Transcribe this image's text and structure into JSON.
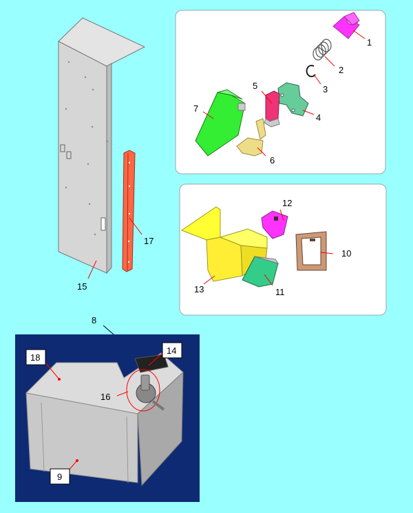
{
  "callouts": {
    "c1": "1",
    "c2": "2",
    "c3": "3",
    "c4": "4",
    "c5": "5",
    "c6": "6",
    "c7": "7",
    "c8": "8",
    "c9": "9",
    "c10": "10",
    "c11": "11",
    "c12": "12",
    "c13": "13",
    "c14": "14",
    "c15": "15",
    "c16": "16",
    "c17": "17",
    "c18": "18"
  },
  "colors": {
    "background": "#99ffff",
    "panel": "#ffffff",
    "photo_bg": "#0e2a73",
    "pink_part": "#ff33ff",
    "green_part": "#33ff33",
    "yellow_part": "#ffff33",
    "tan_part": "#eedd88",
    "teal_part": "#33cc88",
    "copper_part": "#cc9977",
    "red_part": "#ff5533",
    "leader": "#ff0000"
  }
}
